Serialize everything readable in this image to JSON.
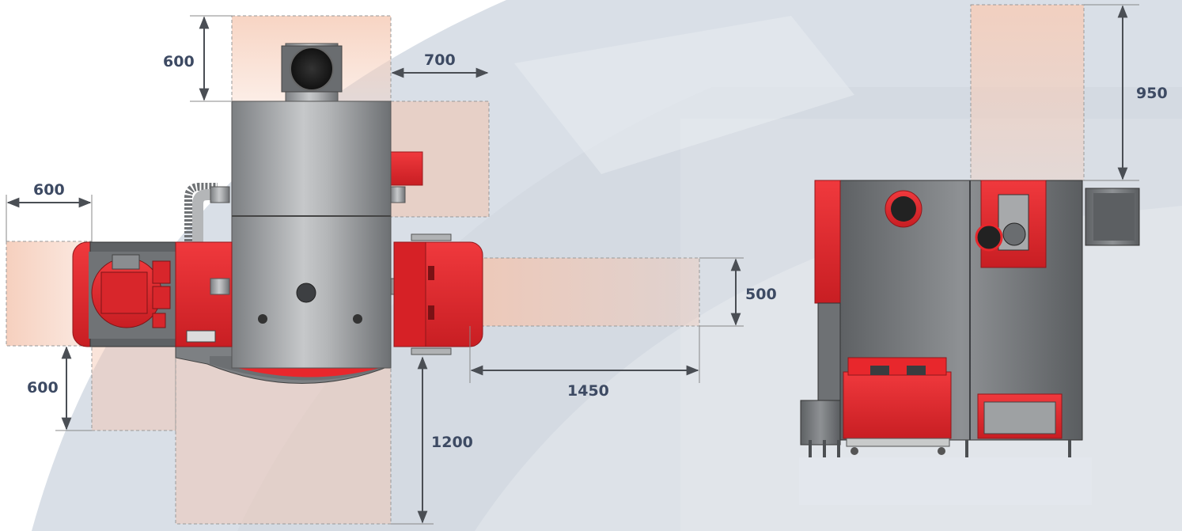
{
  "colors": {
    "boiler_red": "#e8272c",
    "steel_gray": "#8a8d90",
    "clearance_zone": "#f3c9b6",
    "dimension_text": "#3d4a63",
    "background_arc": "#d7dde6"
  },
  "top_view": {
    "dimensions": {
      "top_clearance": "600",
      "right_upper_clearance": "700",
      "left_clearance": "600",
      "left_lower_clearance": "600",
      "hopper_width": "500",
      "hopper_depth": "1450",
      "front_clearance": "1200"
    }
  },
  "side_view": {
    "dimensions": {
      "top_clearance": "950"
    }
  }
}
